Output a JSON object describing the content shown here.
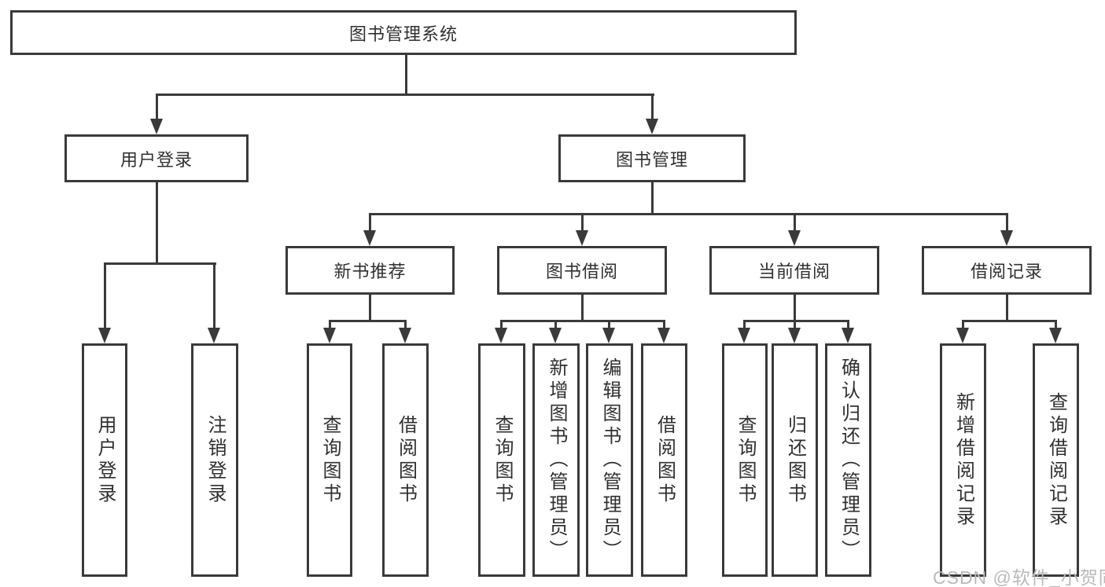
{
  "diagram_type": "hierarchy-tree",
  "tree": {
    "label": "图书管理系统",
    "children": [
      {
        "label": "用户登录",
        "children": [
          {
            "label": "用户登录"
          },
          {
            "label": "注销登录"
          }
        ]
      },
      {
        "label": "图书管理",
        "children": [
          {
            "label": "新书推荐",
            "children": [
              {
                "label": "查询图书"
              },
              {
                "label": "借阅图书"
              }
            ]
          },
          {
            "label": "图书借阅",
            "children": [
              {
                "label": "查询图书"
              },
              {
                "label": "新增图书（管理员）"
              },
              {
                "label": "编辑图书（管理员）"
              },
              {
                "label": "借阅图书"
              }
            ]
          },
          {
            "label": "当前借阅",
            "children": [
              {
                "label": "查询图书"
              },
              {
                "label": "归还图书"
              },
              {
                "label": "确认归还（管理员）"
              }
            ]
          },
          {
            "label": "借阅记录",
            "children": [
              {
                "label": "新增借阅记录"
              },
              {
                "label": "查询借阅记录"
              }
            ]
          }
        ]
      }
    ]
  },
  "watermark": {
    "text": "CSDN @软件_小贺同学"
  },
  "colors": {
    "line": "#3a3a3a",
    "text": "#303030",
    "watermark": "#b9b9b9",
    "background": "#ffffff"
  }
}
